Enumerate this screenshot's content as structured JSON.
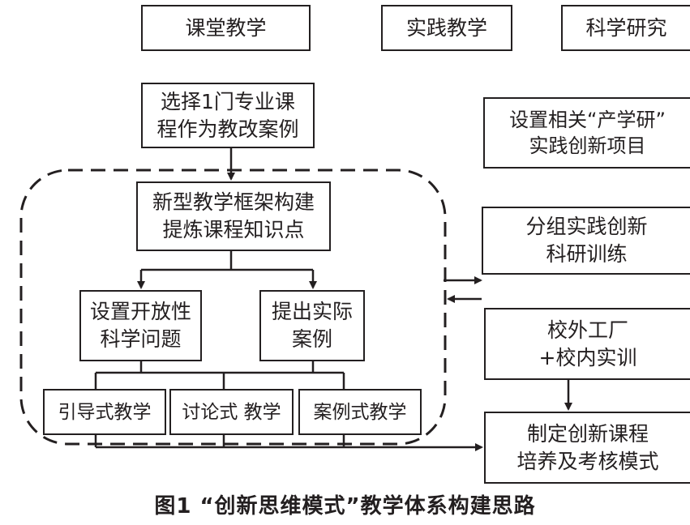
{
  "top_headers": {
    "classroom": "课堂教学",
    "practice": "实践教学",
    "research": "科学研究"
  },
  "left_column": {
    "select_course": "选择1门专业课\n程作为教改案例",
    "framework": "新型教学框架构建\n提炼课程知识点",
    "open_questions": "设置开放性\n科学问题",
    "real_cases": "提出实际\n案例",
    "guided_teaching": "引导式教学",
    "discussion_teaching": "讨论式 教学",
    "case_teaching": "案例式教学"
  },
  "right_column": {
    "industry_project": "设置相关“产学研”\n实践创新项目",
    "group_training": "分组实践创新\n科研训练",
    "factory_training": "校外工厂\n+校内实训",
    "curriculum_mode": "制定创新课程\n培养及考核模式"
  },
  "caption": "图1 “创新思维模式”教学体系构建思路",
  "colors": {
    "line": "#231f20",
    "background": "#ffffff"
  }
}
